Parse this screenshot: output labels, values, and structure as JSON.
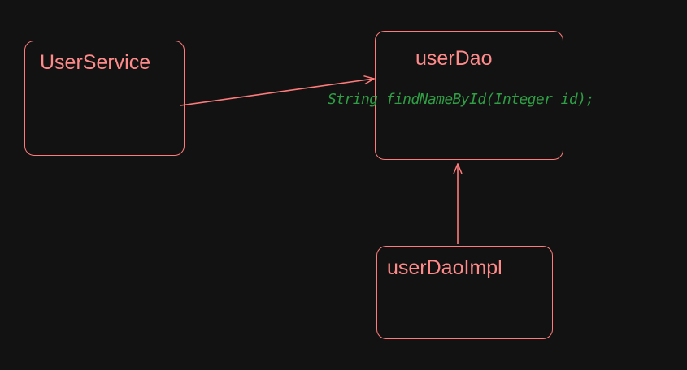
{
  "diagram": {
    "nodes": [
      {
        "id": "user_service",
        "label": "UserService"
      },
      {
        "id": "user_dao",
        "label": "userDao"
      },
      {
        "id": "user_dao_impl",
        "label": "userDaoImpl"
      }
    ],
    "edges": [
      {
        "from": "user_service",
        "to": "user_dao"
      },
      {
        "from": "user_dao_impl",
        "to": "user_dao"
      }
    ],
    "user_dao_method": "String findNameById(Integer id);"
  },
  "colors": {
    "background": "#121212",
    "stroke": "#ff7b7b",
    "label": "#ff8a8a",
    "method": "#2f9e44"
  }
}
